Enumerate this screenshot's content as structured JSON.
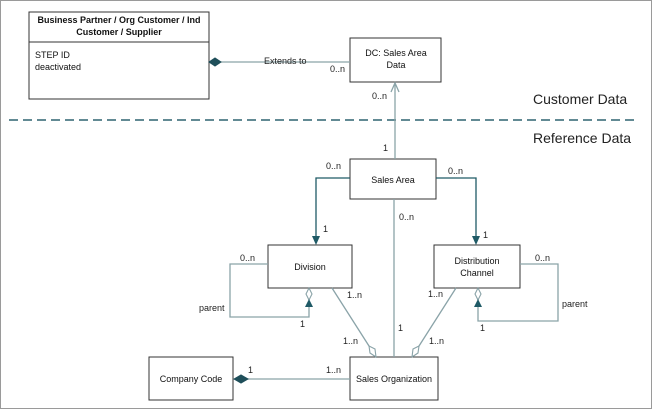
{
  "sections": {
    "customer": "Customer Data",
    "reference": "Reference Data"
  },
  "boxes": {
    "business_partner": {
      "title_line1": "Business Partner / Org Customer / Ind",
      "title_line2": "Customer / Supplier",
      "attr1": "STEP ID",
      "attr2": "deactivated"
    },
    "dc_sales_area": {
      "line1": "DC: Sales Area",
      "line2": "Data"
    },
    "sales_area": {
      "label": "Sales Area"
    },
    "division": {
      "label": "Division"
    },
    "distribution_channel": {
      "line1": "Distribution",
      "line2": "Channel"
    },
    "company_code": {
      "label": "Company Code"
    },
    "sales_organization": {
      "label": "Sales Organization"
    }
  },
  "labels": {
    "extends_to": "Extends to",
    "bp_dc_mult": "0..n",
    "dc_bottom_mult": "0..n",
    "sa_top_mult": "1",
    "sa_left_mult": "0..n",
    "sa_right_mult": "0..n",
    "div_top_mult": "1",
    "dist_top_mult": "1",
    "sa_so_mult": "0..n",
    "so_top_mult": "1",
    "div_self_mult": "0..n",
    "div_self_role": "parent",
    "div_self_bottom_mult": "1",
    "div_so_mult": "1..n",
    "so_left_mult": "1..n",
    "dist_self_mult": "0..n",
    "dist_self_role": "parent",
    "dist_self_bottom_mult": "1",
    "dist_so_mult": "1..n",
    "so_right_mult": "1..n",
    "cc_mult": "1",
    "so_cc_mult": "1..n"
  }
}
